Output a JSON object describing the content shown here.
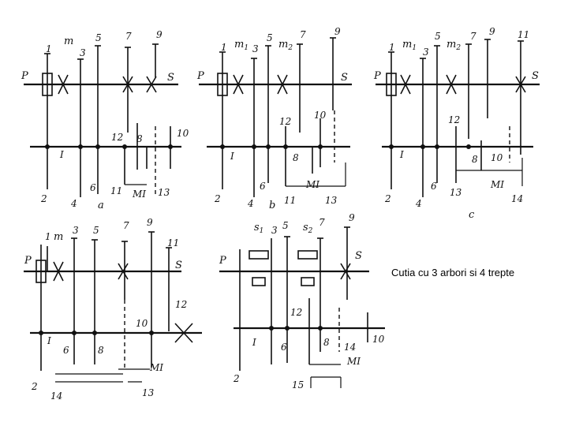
{
  "caption": "Cutia cu 3 arbori si 4 trepte",
  "diagrams": [
    {
      "sublabel": "a",
      "labels": [
        "P",
        "1",
        "m",
        "3",
        "5",
        "7",
        "9",
        "S",
        "2",
        "4",
        "6",
        "11",
        "12",
        "8",
        "10",
        "13",
        "MI",
        "I"
      ]
    },
    {
      "sublabel": "b",
      "labels": [
        "P",
        "1",
        "m1",
        "3",
        "5",
        "m2",
        "7",
        "9",
        "S",
        "2",
        "4",
        "6",
        "12",
        "8",
        "10",
        "11",
        "13",
        "MI",
        "I"
      ]
    },
    {
      "sublabel": "c",
      "labels": [
        "P",
        "1",
        "m1",
        "3",
        "5",
        "m2",
        "7",
        "9",
        "11",
        "S",
        "2",
        "4",
        "6",
        "12",
        "8",
        "10",
        "13",
        "14",
        "MI",
        "I"
      ]
    },
    {
      "sublabel": "",
      "labels": [
        "P",
        "1",
        "m",
        "3",
        "5",
        "7",
        "9",
        "11",
        "S",
        "12",
        "10",
        "2",
        "6",
        "8",
        "I",
        "14",
        "13",
        "MI"
      ]
    },
    {
      "sublabel": "",
      "labels": [
        "P",
        "S1",
        "3",
        "5",
        "S2",
        "7",
        "9",
        "S",
        "12",
        "8",
        "14",
        "10",
        "2",
        "6",
        "I",
        "15",
        "MI"
      ]
    }
  ]
}
